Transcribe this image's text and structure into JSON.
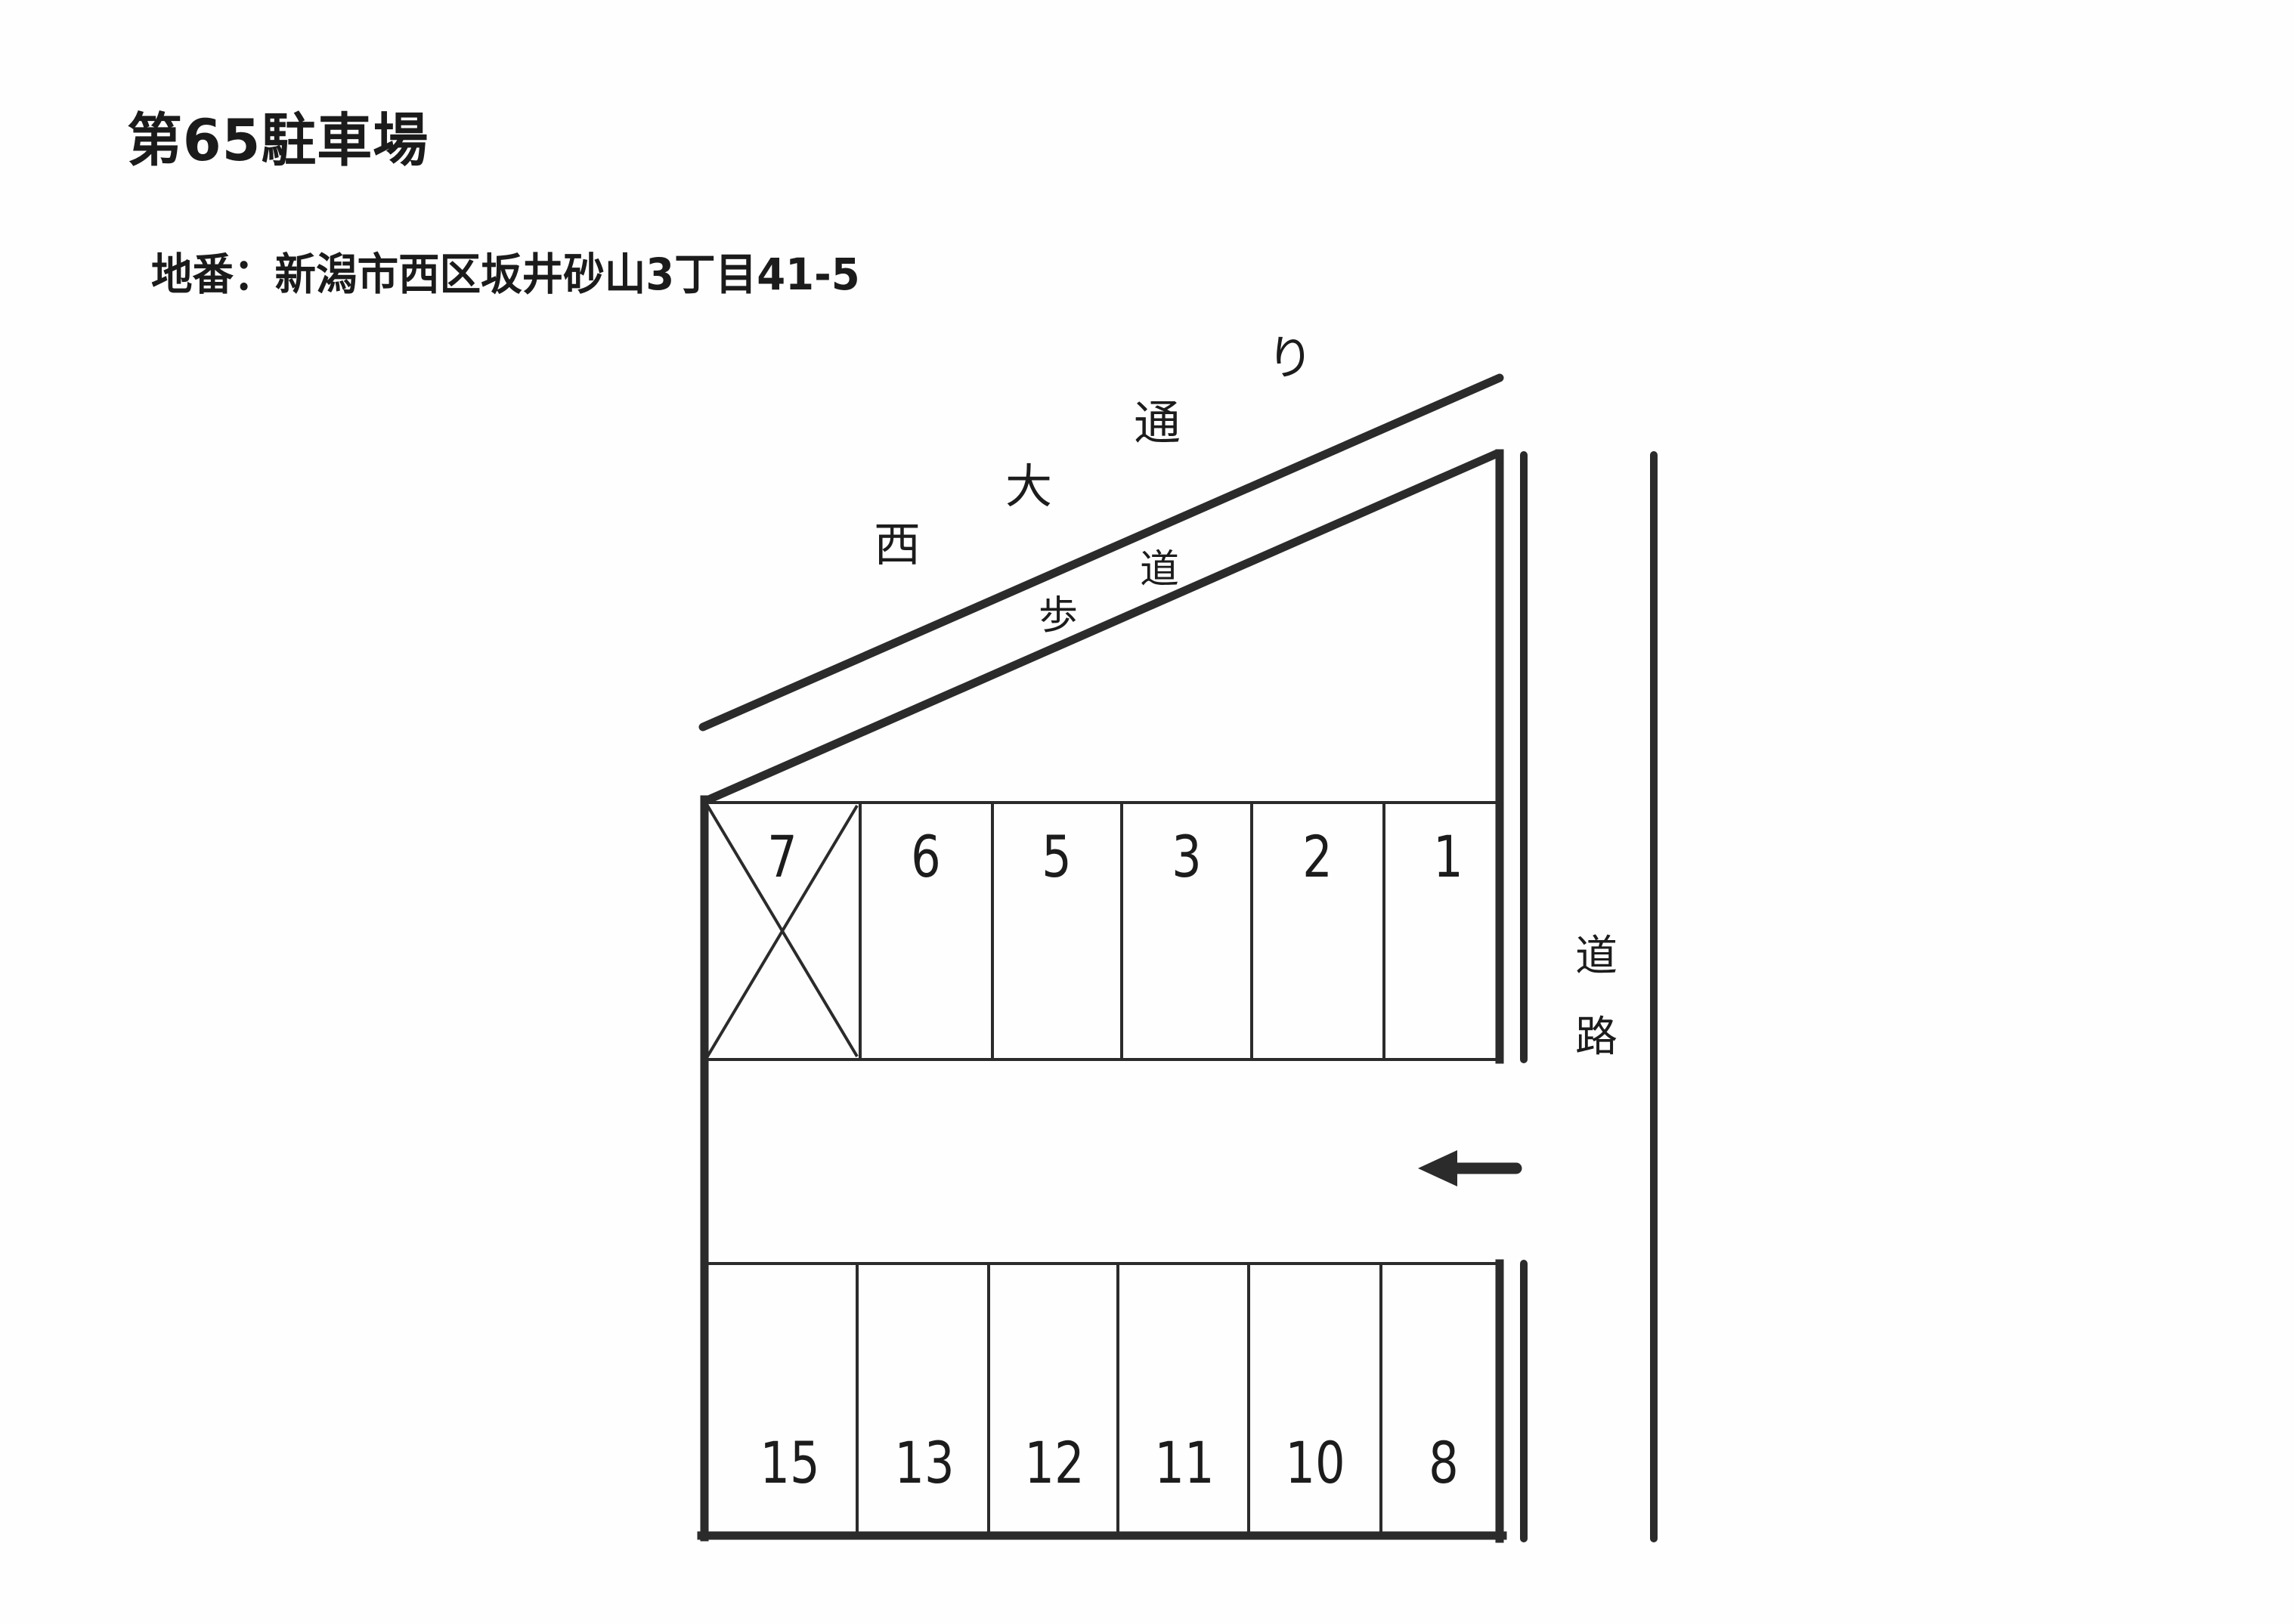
{
  "document": {
    "title": "第65駐車場",
    "address_label": "地番：新潟市西区坂井砂山3丁目41-5"
  },
  "map": {
    "street_name_chars": [
      "西",
      "大",
      "通",
      "り"
    ],
    "sidewalk_chars": [
      "歩",
      "道"
    ],
    "road_label_chars": [
      "道",
      "路"
    ],
    "entrance_arrow": "←",
    "stall_rows": [
      {
        "row_name": "north-row",
        "stalls": [
          {
            "number": "7",
            "unavailable": true
          },
          {
            "number": "6",
            "unavailable": false
          },
          {
            "number": "5",
            "unavailable": false
          },
          {
            "number": "3",
            "unavailable": false
          },
          {
            "number": "2",
            "unavailable": false
          },
          {
            "number": "1",
            "unavailable": false
          }
        ]
      },
      {
        "row_name": "south-row",
        "stalls": [
          {
            "number": "15",
            "unavailable": false
          },
          {
            "number": "13",
            "unavailable": false
          },
          {
            "number": "12",
            "unavailable": false
          },
          {
            "number": "11",
            "unavailable": false
          },
          {
            "number": "10",
            "unavailable": false
          },
          {
            "number": "8",
            "unavailable": false
          }
        ]
      }
    ],
    "colors": {
      "ink": "#1c1c1c",
      "thin_line": "#2b2b2b",
      "paper": "#ffffff"
    }
  }
}
